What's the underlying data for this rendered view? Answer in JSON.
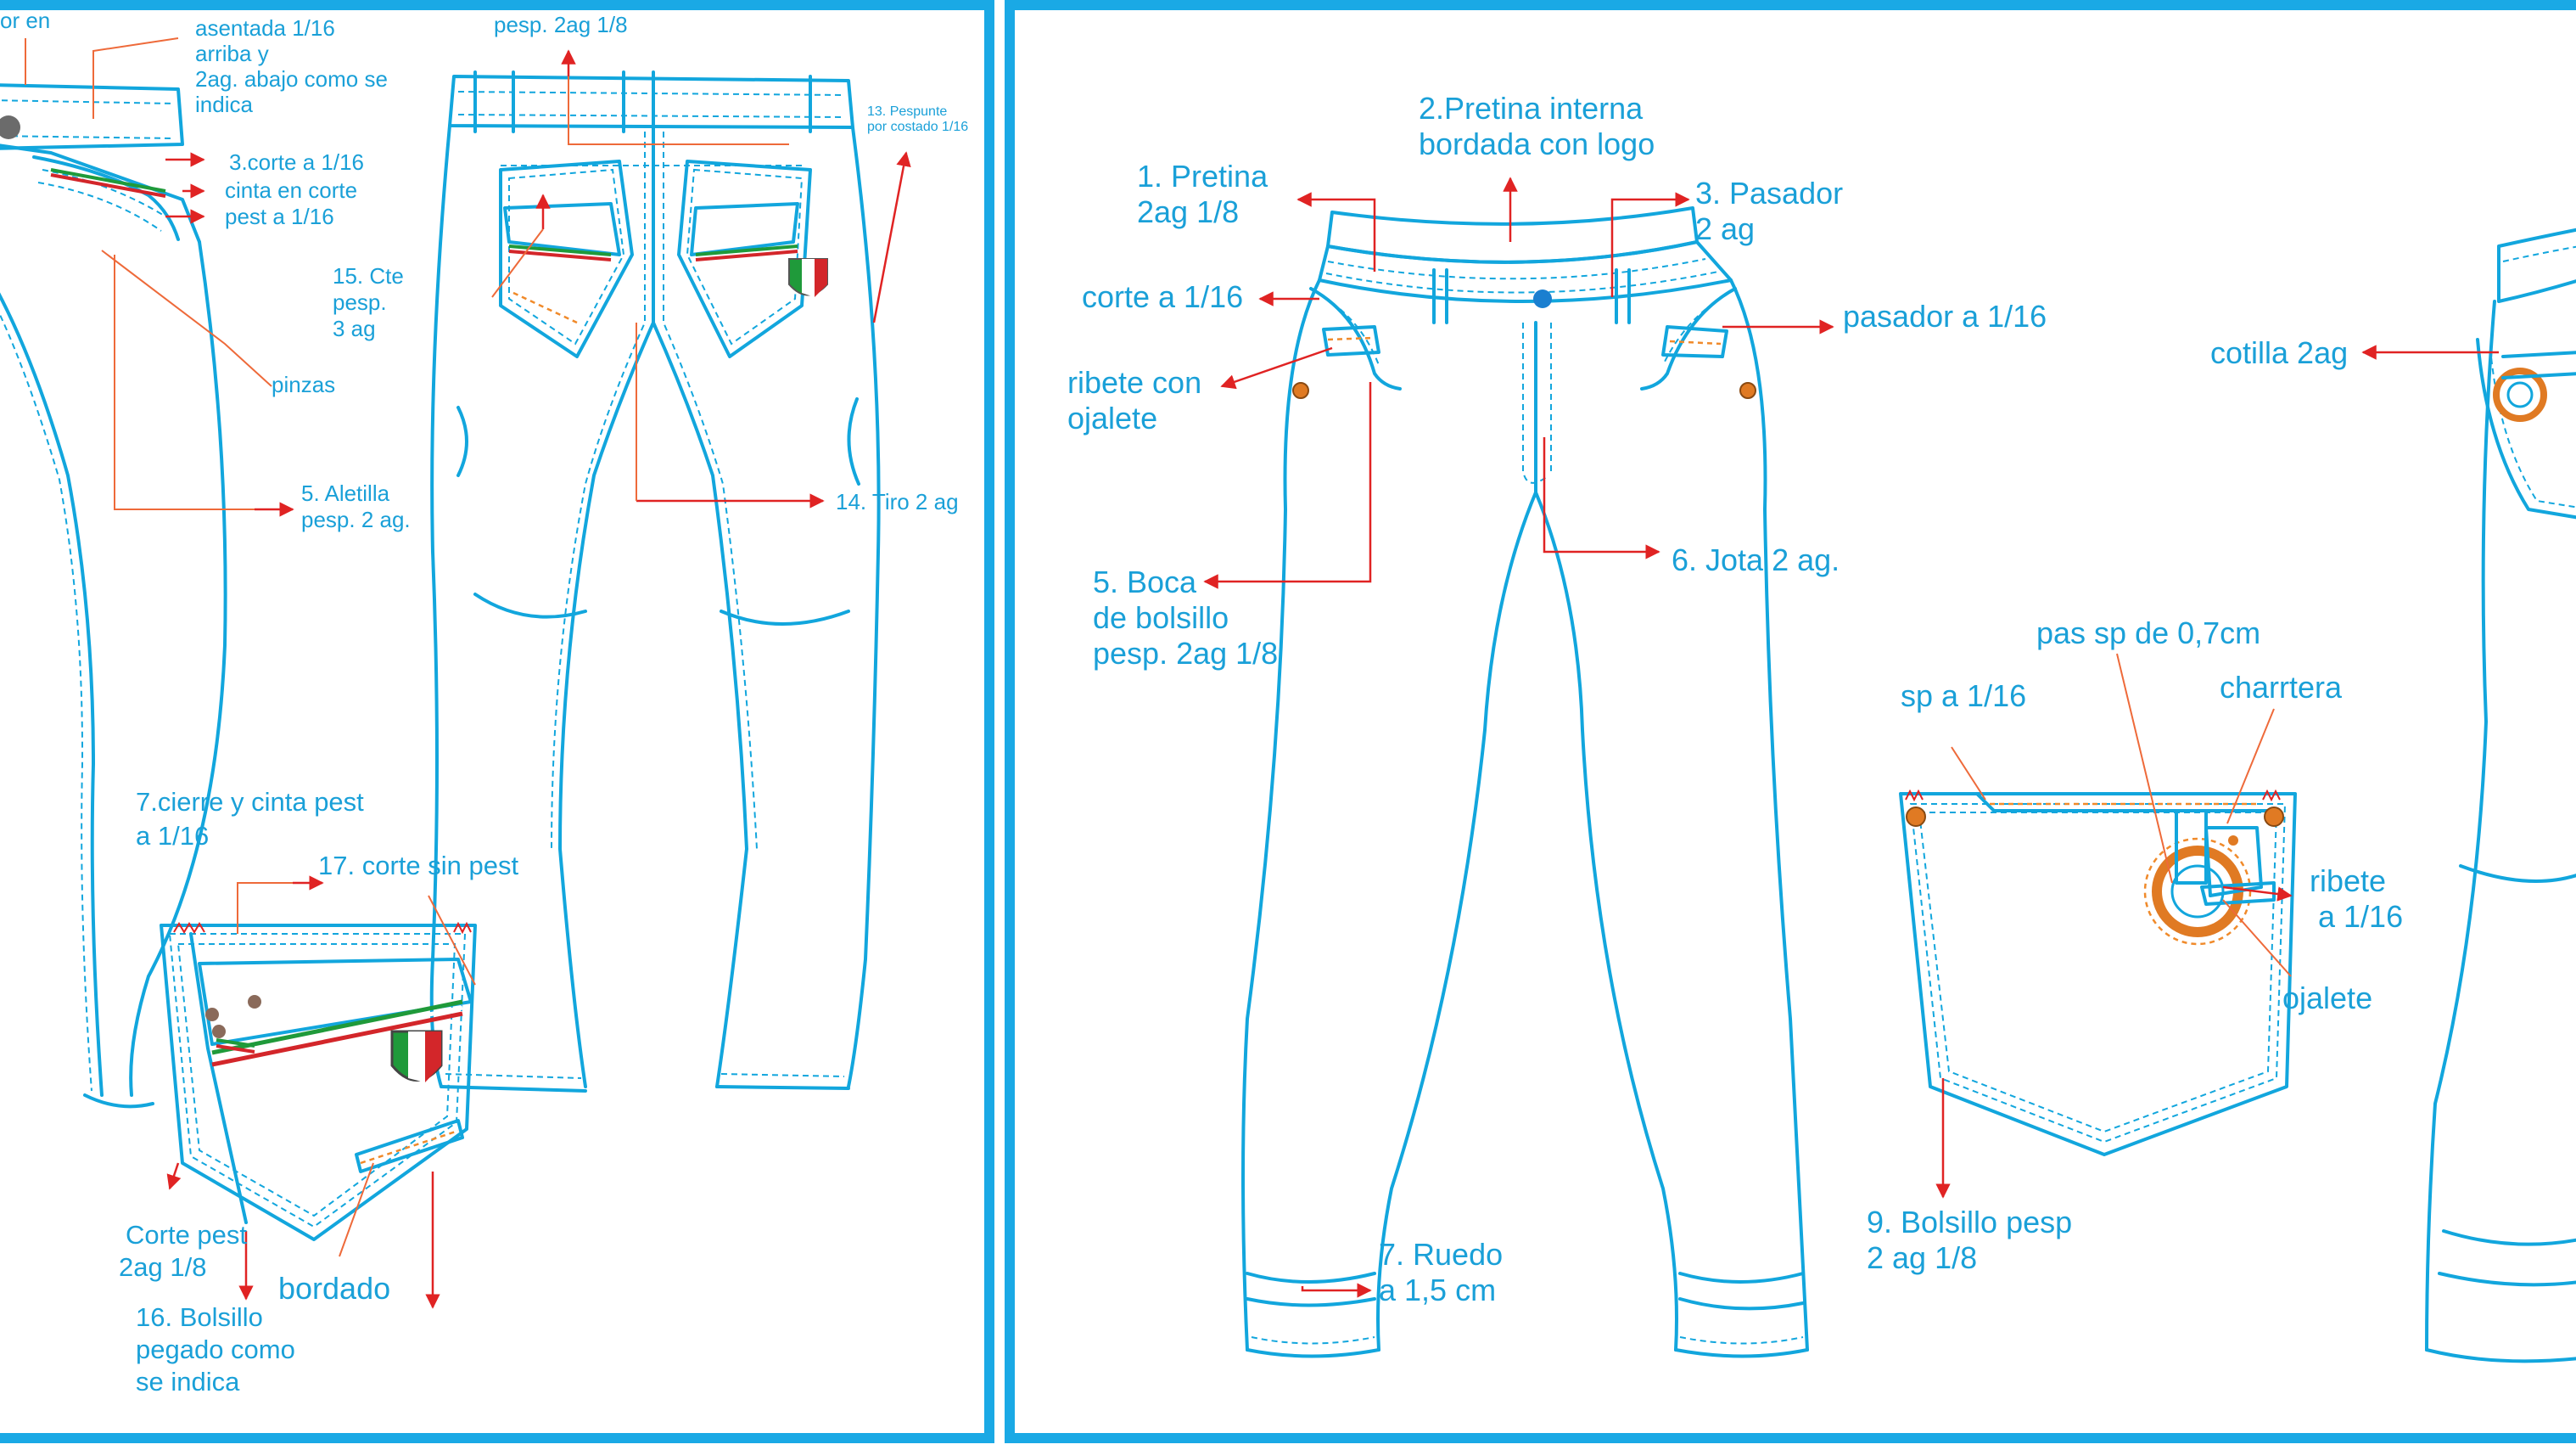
{
  "colors": {
    "frame": "#1aa9e5",
    "garment_line": "#12a6dd",
    "label_text": "#1aa0d8",
    "callout_arrow": "#e02323",
    "orange_detail": "#f08a2a",
    "flag_green": "#1f9a3a",
    "flag_red": "#d3262a"
  },
  "left_panel": {
    "labels": {
      "top_cut": "or en",
      "asentada_1": "asentada 1/16",
      "asentada_2": "arriba y",
      "asentada_3": "2ag. abajo como se",
      "asentada_4": "indica",
      "corte_116": "3.corte a 1/16",
      "cinta_1": "cinta en corte",
      "cinta_2": "pest a 1/16",
      "pinzas": "pinzas",
      "aletilla_1": "5. Aletilla",
      "aletilla_2": "pesp. 2 ag.",
      "pesp_top": "pesp. 2ag 1/8",
      "pespunte_1": "13. Pespunte",
      "pespunte_2": "por costado 1/16",
      "cte_1": "15. Cte",
      "cte_2": "pesp.",
      "cte_3": "3 ag",
      "tiro": "14. Tiro 2 ag",
      "cierre_1": "7.cierre y cinta pest",
      "cierre_2": "a 1/16",
      "corte_sin": "17. corte sin pest",
      "corte_pest_1": "Corte pest",
      "corte_pest_2": "2ag 1/8",
      "bordado": "bordado",
      "bolsillo16_1": "16. Bolsillo",
      "bolsillo16_2": "pegado como",
      "bolsillo16_3": "se indica"
    }
  },
  "right_panel": {
    "labels": {
      "pretina_1": "1. Pretina",
      "pretina_2": "2ag 1/8",
      "pretina_int_1": "2.Pretina interna",
      "pretina_int_2": "bordada con logo",
      "pasador_1": "3. Pasador",
      "pasador_2": "2 ag",
      "corte_116": "corte a 1/16",
      "pasador_116": "pasador a 1/16",
      "ribete_1": "ribete con",
      "ribete_2": "ojalete",
      "boca_1": "5. Boca",
      "boca_2": "de bolsillo",
      "boca_3": "pesp. 2ag 1/8",
      "jota": "6. Jota 2 ag.",
      "pas_sp": "pas sp de 0,7cm",
      "sp_116": "sp a 1/16",
      "charrtera": "charrtera",
      "ribete116_1": "ribete",
      "ribete116_2": "a 1/16",
      "ojalete": "ojalete",
      "cotilla": "cotilla 2ag",
      "bolsillo9_1": "9. Bolsillo pesp",
      "bolsillo9_2": "2 ag 1/8",
      "ruedo_1": "7. Ruedo",
      "ruedo_2": "a 1,5 cm"
    }
  }
}
